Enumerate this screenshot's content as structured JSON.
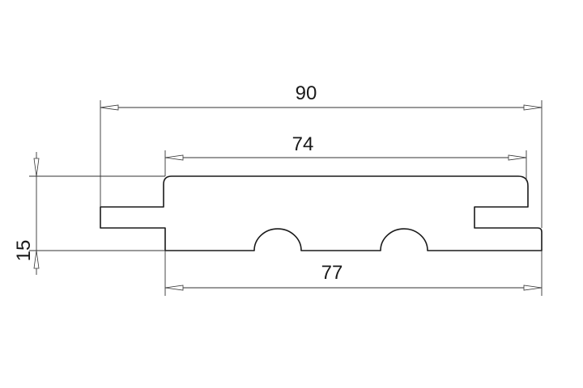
{
  "drawing": {
    "dimensions": {
      "overall_width": "90",
      "face_width": "74",
      "bottom_width": "77",
      "thickness": "15"
    }
  }
}
